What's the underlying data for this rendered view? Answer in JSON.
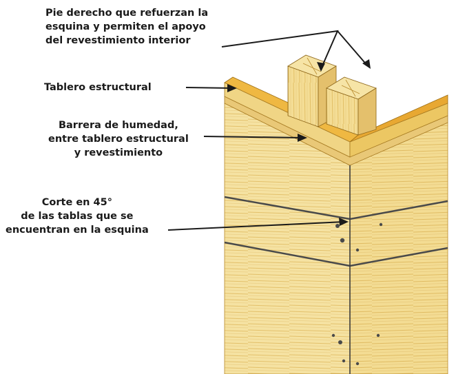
{
  "labels": {
    "pie_derecho": [
      "Pie derecho que refuerzan la",
      "esquina y permiten el apoyo",
      "del revestimiento interior"
    ],
    "tablero": [
      "Tablero estructural"
    ],
    "barrera": [
      "Barrera de humedad,",
      "entre tablero estructural",
      "y revestimiento"
    ],
    "corte": [
      "Corte en 45°",
      "de las tablas que se",
      "encuentran en la esquina"
    ]
  },
  "colors": {
    "wood_light": "#f3dc93",
    "wood_mid": "#e8c46a",
    "wood_dark": "#c99a3a",
    "board_edge": "#e9b13d",
    "line": "#222222",
    "nail": "#4a4a4a"
  }
}
